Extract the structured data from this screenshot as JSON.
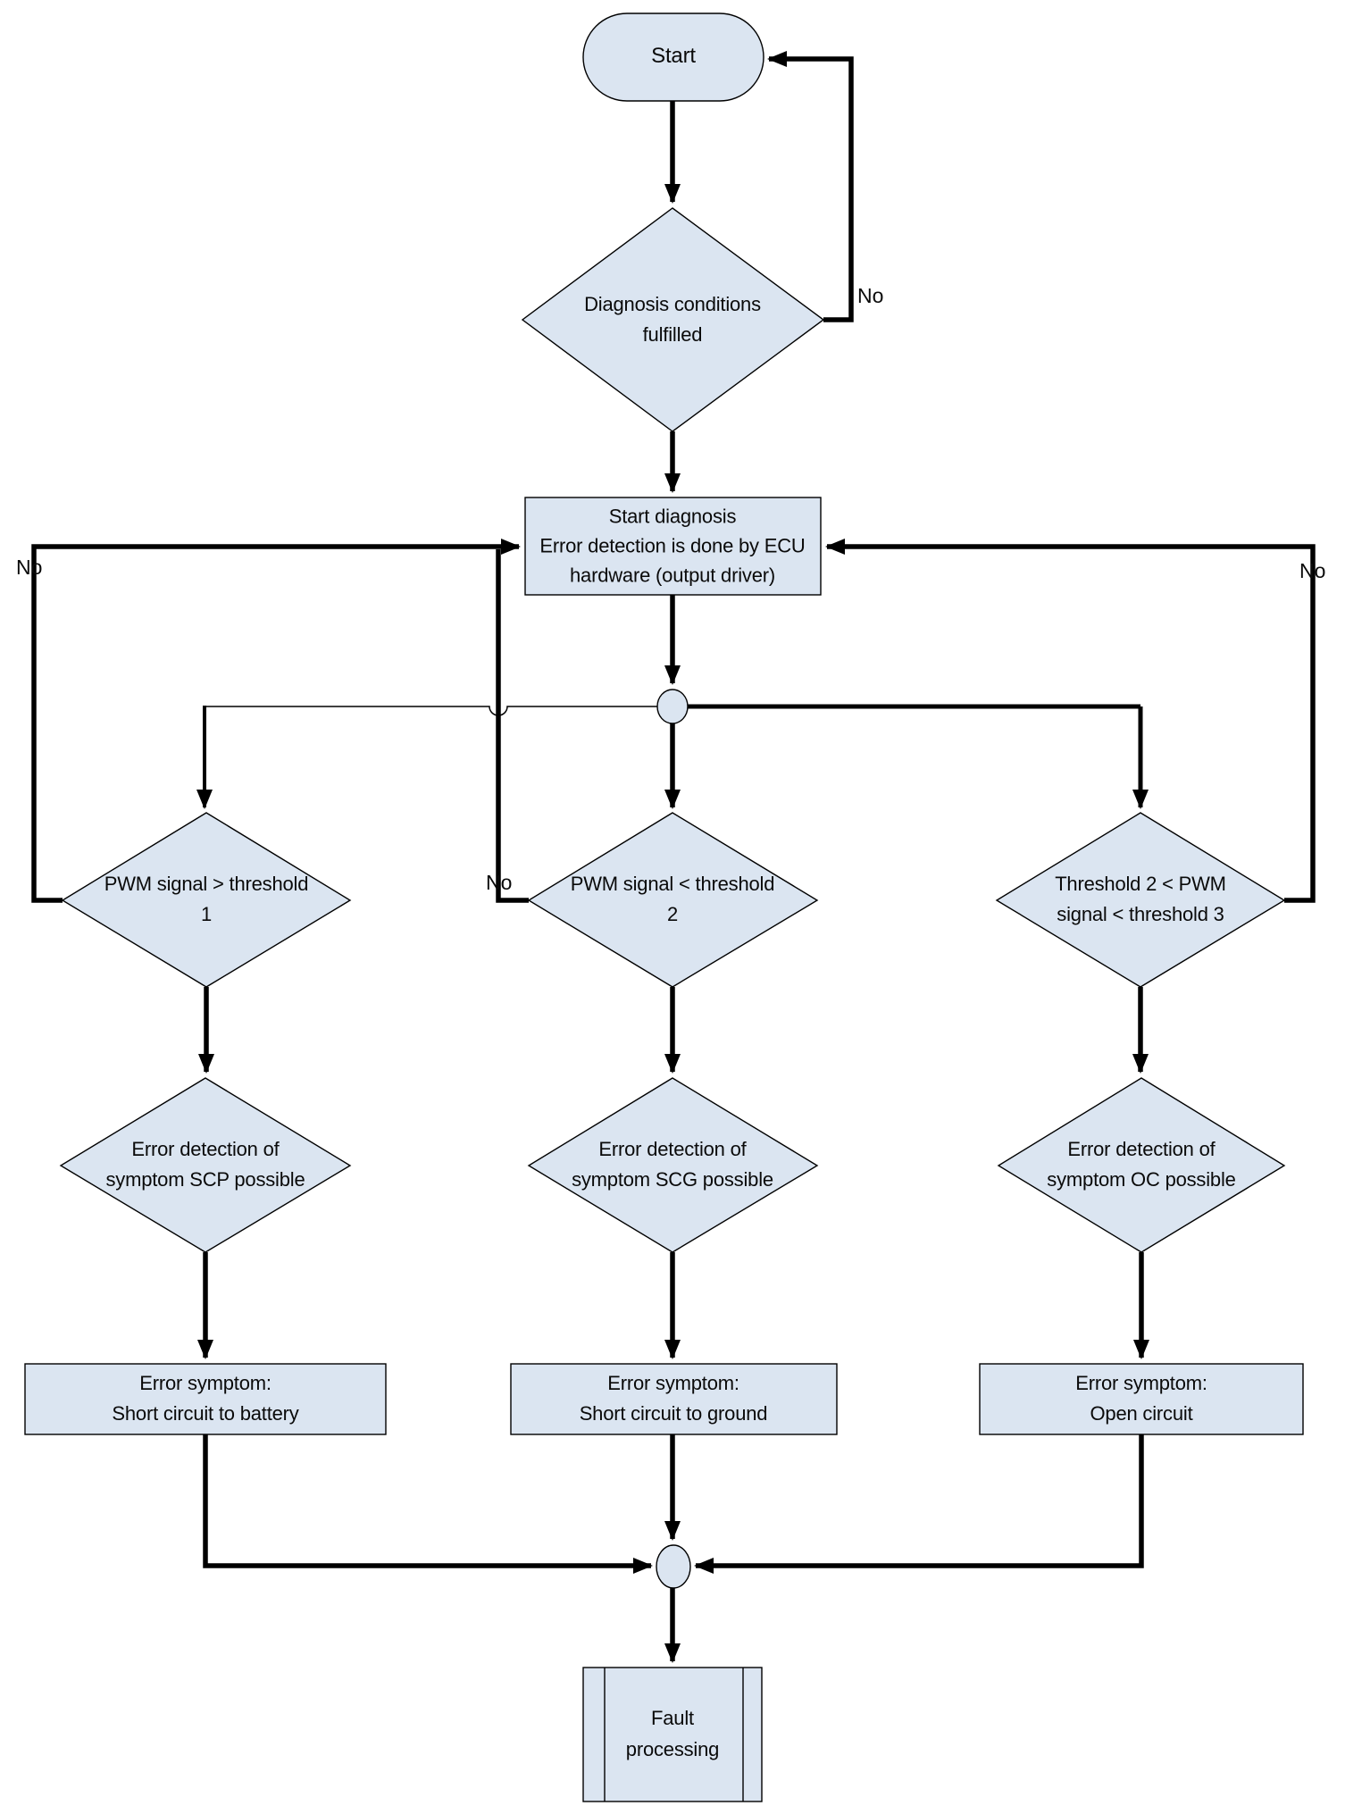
{
  "diagram": {
    "type": "flowchart",
    "colors": {
      "background": "#ffffff",
      "shape_fill": "#dbe5f1",
      "shape_border": "#000000",
      "connector_line": "#000000",
      "text": "#0a0a0a"
    },
    "nodes": {
      "start": {
        "shape": "terminator",
        "label": "Start"
      },
      "diagnosis_conditions": {
        "shape": "decision",
        "line1": "Diagnosis conditions",
        "line2": "fulfilled"
      },
      "start_diagnosis": {
        "shape": "process",
        "line1": "Start diagnosis",
        "line2": "Error detection is done by ECU",
        "line3": "hardware (output driver)"
      },
      "junction_split": {
        "shape": "connector-circle",
        "label": ""
      },
      "pwm_gt_threshold1": {
        "shape": "decision",
        "line1": "PWM signal > threshold",
        "line2": "1"
      },
      "pwm_lt_threshold2": {
        "shape": "decision",
        "line1": "PWM signal < threshold",
        "line2": "2"
      },
      "threshold2_pwm_threshold3": {
        "shape": "decision",
        "line1": "Threshold 2 < PWM",
        "line2": "signal < threshold 3"
      },
      "scp_possible": {
        "shape": "decision",
        "line1": "Error detection of",
        "line2": "symptom SCP possible"
      },
      "scg_possible": {
        "shape": "decision",
        "line1": "Error detection of",
        "line2": "symptom SCG possible"
      },
      "oc_possible": {
        "shape": "decision",
        "line1": "Error detection of",
        "line2": "symptom OC possible"
      },
      "symptom_battery": {
        "shape": "process",
        "line1": "Error symptom:",
        "line2": "Short circuit to battery"
      },
      "symptom_ground": {
        "shape": "process",
        "line1": "Error symptom:",
        "line2": "Short circuit to ground"
      },
      "symptom_open": {
        "shape": "process",
        "line1": "Error symptom:",
        "line2": "Open circuit"
      },
      "junction_merge": {
        "shape": "connector-circle",
        "label": ""
      },
      "fault_processing": {
        "shape": "predefined-process",
        "line1": "Fault",
        "line2": "processing"
      }
    },
    "edge_labels": {
      "no_top": "No",
      "no_left": "No",
      "no_middle": "No",
      "no_right": "No"
    }
  }
}
